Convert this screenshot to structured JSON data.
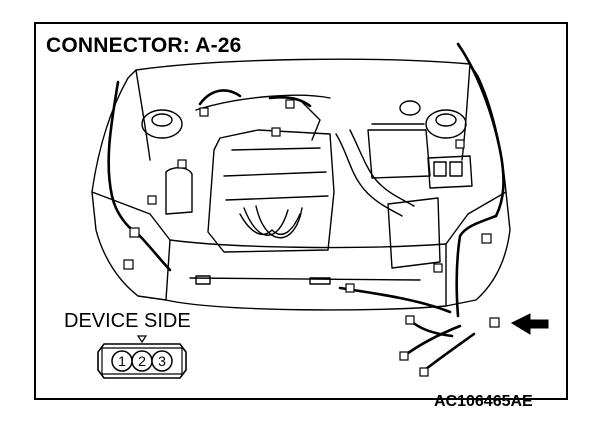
{
  "title": "CONNECTOR: A-26",
  "device_side_label": "DEVICE SIDE",
  "connector_pins": [
    "1",
    "2",
    "3"
  ],
  "figure_id": "AC106465AE",
  "colors": {
    "line": "#000000",
    "background": "#ffffff"
  }
}
